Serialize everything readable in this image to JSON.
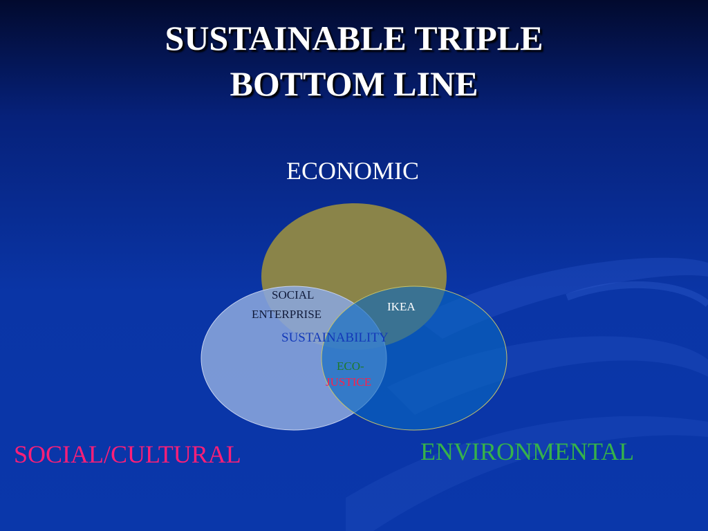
{
  "title": {
    "line1": "SUSTAINABLE TRIPLE",
    "line2": "BOTTOM LINE"
  },
  "circles": {
    "economic": {
      "label": "ECONOMIC",
      "fill": "#8a8449",
      "label_color": "#ffffff"
    },
    "social": {
      "label": "SOCIAL/CULTURAL",
      "fill": "#8aa6dc",
      "label_color": "#ff1f77"
    },
    "environmental": {
      "label": "ENVIRONMENTAL",
      "fill": "#0a68c0",
      "label_color": "#36b24a"
    }
  },
  "overlaps": {
    "economic_social_line1": "SOCIAL",
    "economic_social_line2": "ENTERPRISE",
    "economic_environmental": "IKEA",
    "center": "SUSTAINABILITY",
    "social_environmental_line1": "ECO-",
    "social_environmental_line2": "JUSTICE"
  },
  "colors": {
    "background": "#0a37aa",
    "title": "#ffffff"
  }
}
